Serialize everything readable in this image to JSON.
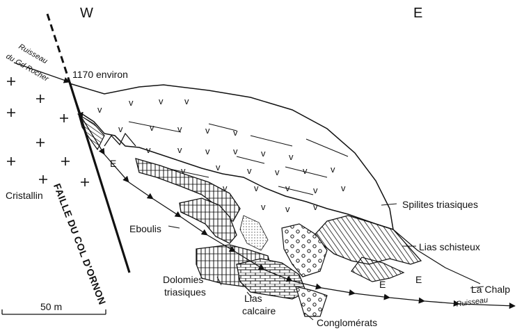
{
  "orientation": {
    "west": "W",
    "east": "E"
  },
  "labels": {
    "ruisseau_gd_rocher_1": "Ruisseau",
    "ruisseau_gd_rocher_2": "du Gd Rocher",
    "altitude": "1170 environ",
    "cristallin": "Cristallin",
    "faille": "FAILLE DU COL D'ORNON",
    "eboulis": "Eboulis",
    "spilites": "Spilites triasiques",
    "lias_schisteux": "Lias schisteux",
    "la_chalp": "La Chalp",
    "ruisseau_bas": "Ruisseau",
    "dolomies_1": "Dolomies",
    "dolomies_2": "triasiques",
    "lias_calcaire_1": "Lias",
    "lias_calcaire_2": "calcaire",
    "conglomerats": "Conglomérats",
    "eboulis_symbol": "E"
  },
  "scale_bar": {
    "label": "50 m"
  },
  "symbols": {
    "cristallin": "+",
    "spilites": "V"
  }
}
